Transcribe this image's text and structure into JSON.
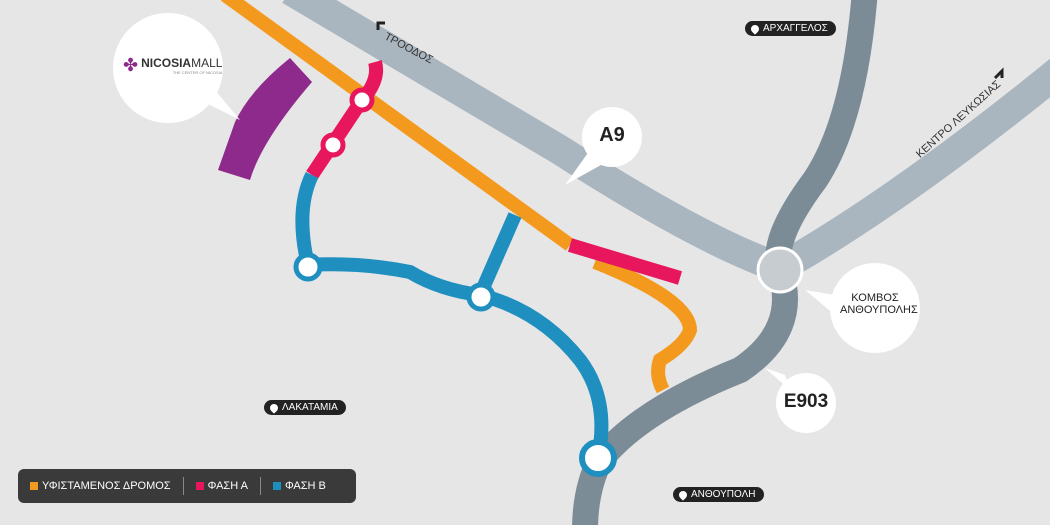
{
  "colors": {
    "existing": "#f39a1e",
    "phase_a": "#e8175d",
    "phase_b": "#1e8fbf",
    "mall": "#8e2a8b",
    "highway": "#a9b6bf",
    "e903": "#7b8c96"
  },
  "mall": {
    "name_bold": "NICOSIA",
    "name_light": "MALL",
    "tagline": "THE CENTER OF NICOSIA"
  },
  "labels": {
    "a9": "A9",
    "e903": "E903",
    "junction": "ΚΟΜΒΟΣ ΑΝΘΟΥΠΟΛΗΣ",
    "troodos": "ΤΡΟΟΔΟΣ",
    "kentro": "ΚΕΝΤΡΟ ΛΕΥΚΩΣΙΑΣ"
  },
  "places": [
    {
      "name": "ΑΡΧΑΓΓΕΛΟΣ",
      "icon": "map-pin-icon"
    },
    {
      "name": "ΛΑΚΑΤΑΜΙΑ",
      "icon": "map-pin-icon"
    },
    {
      "name": "ΑΝΘΟΥΠΟΛΗ",
      "icon": "map-pin-icon"
    }
  ],
  "legend": [
    {
      "label": "ΥΦΙΣΤΑΜΕΝΟΣ ΔΡΟΜΟΣ"
    },
    {
      "label": "ΦΑΣΗ Α"
    },
    {
      "label": "ΦΑΣΗ Β"
    }
  ]
}
